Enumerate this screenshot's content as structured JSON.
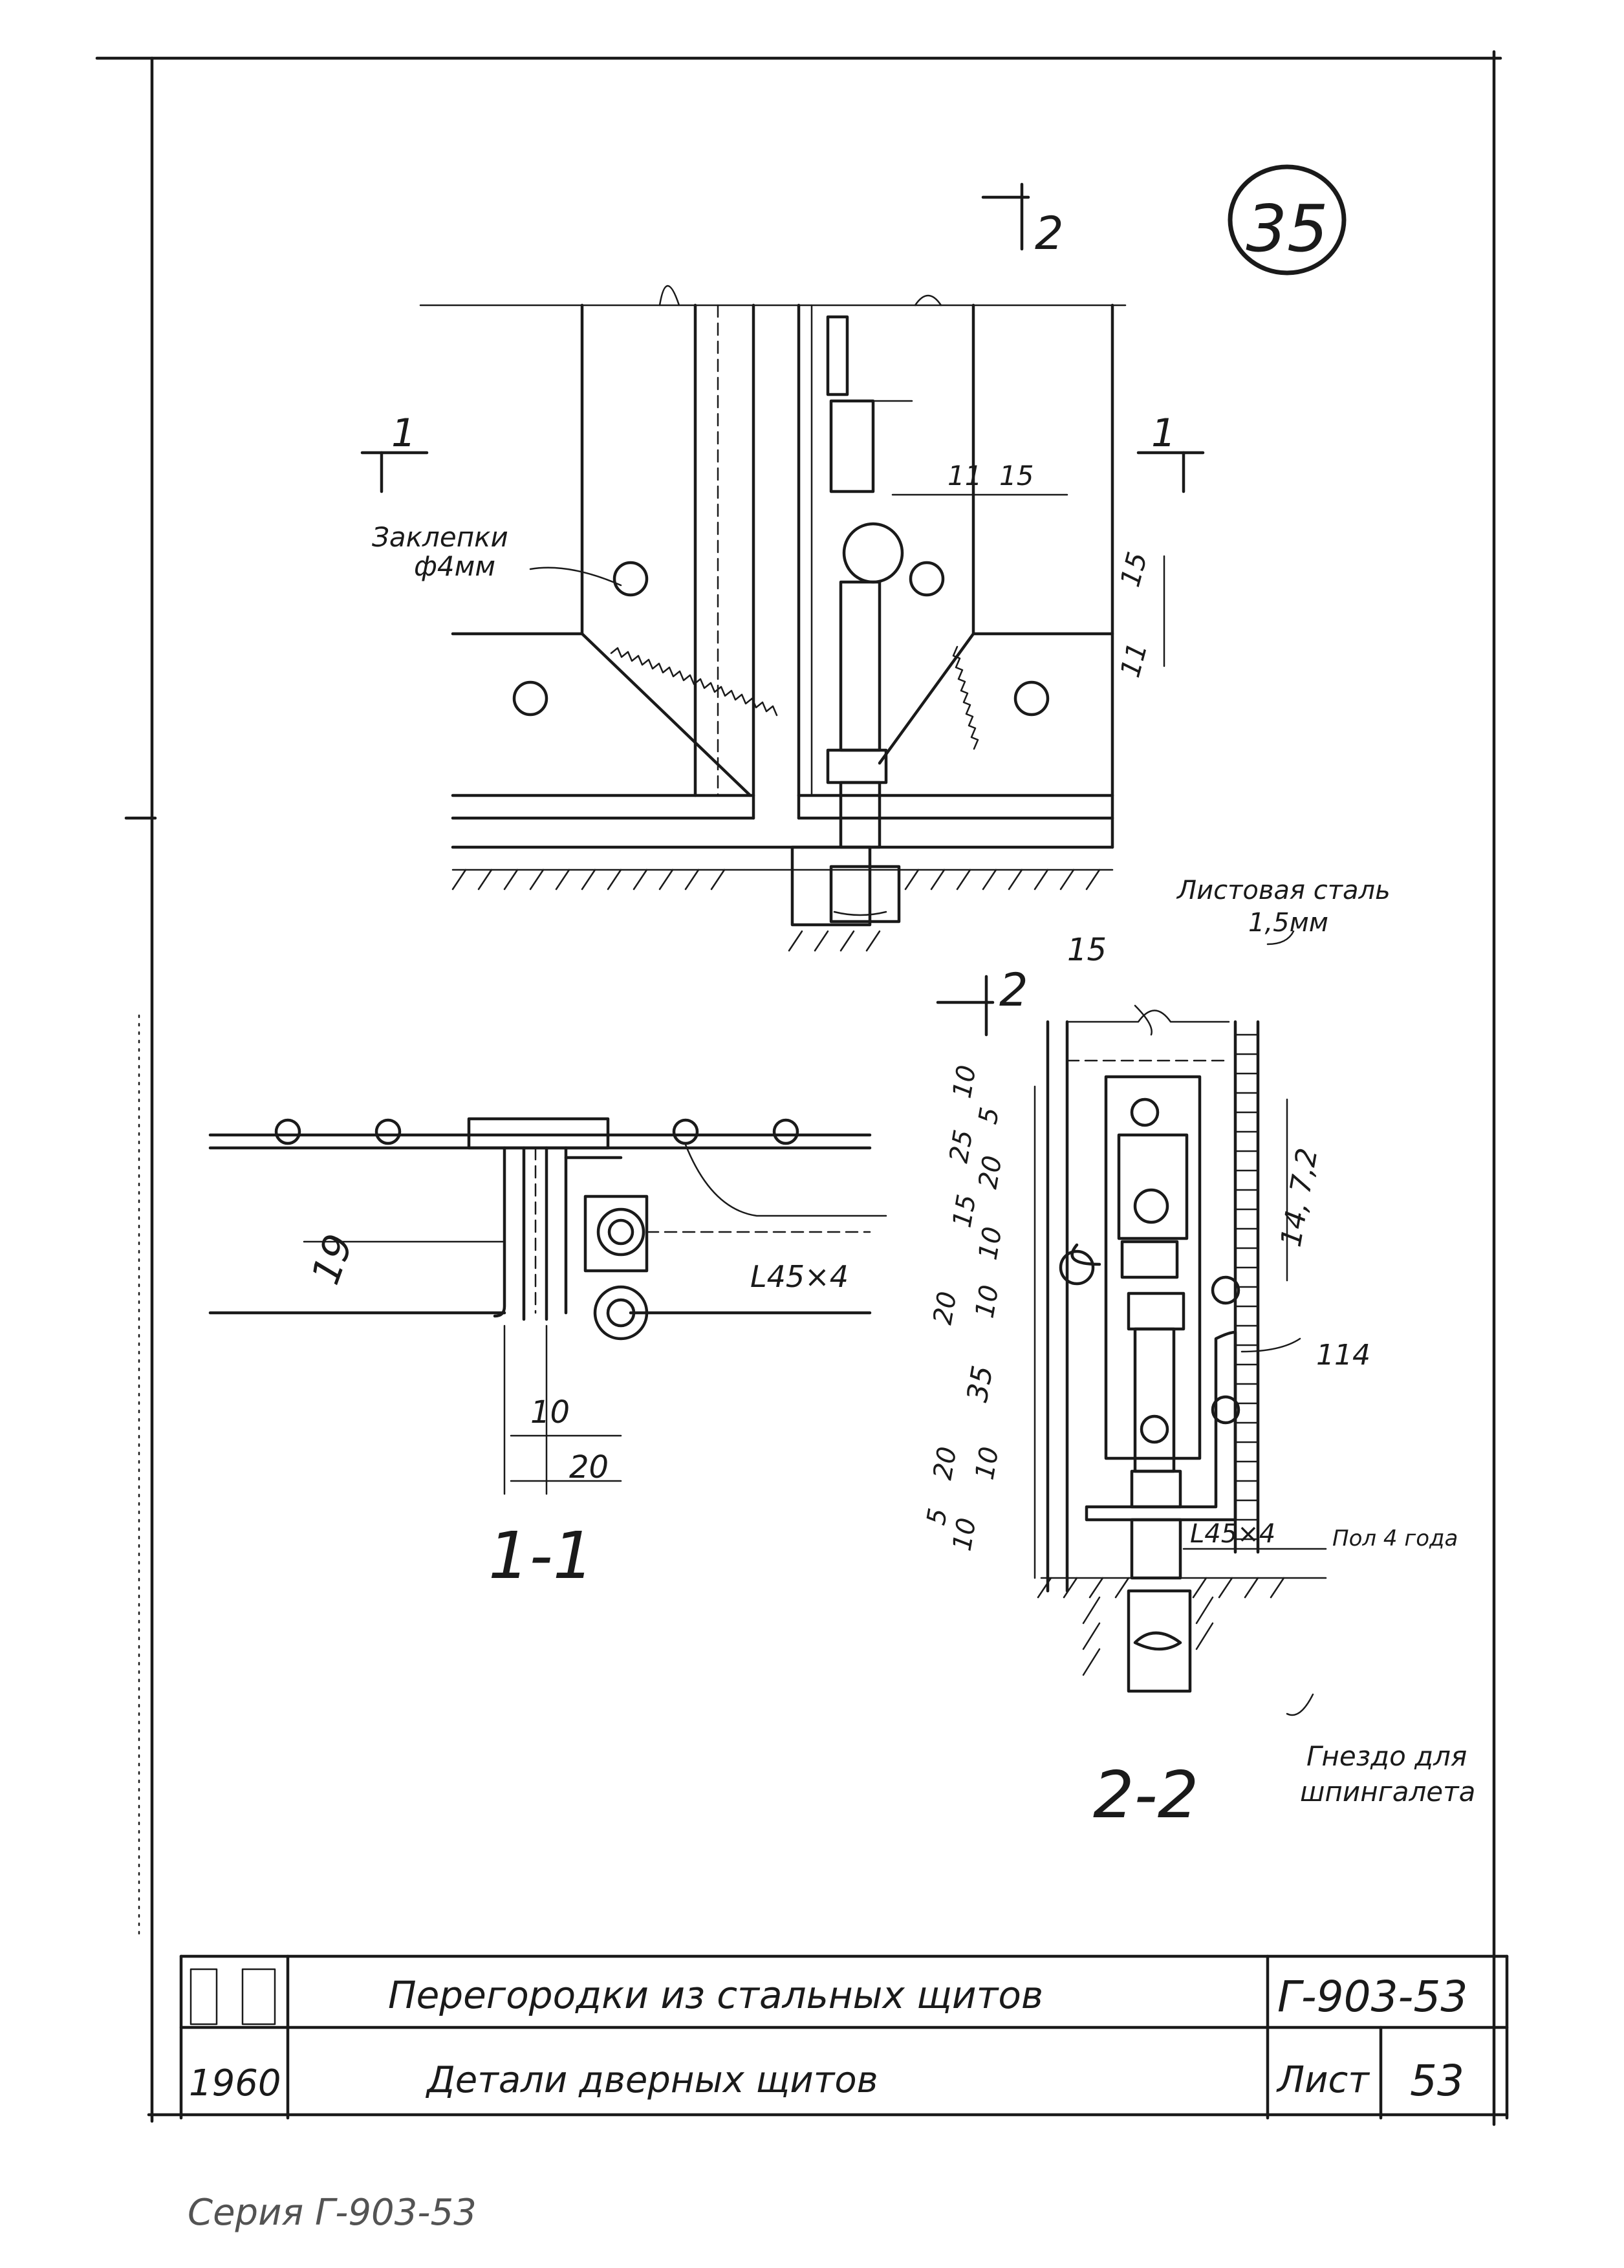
{
  "sheet_badge": "35",
  "stamp": {
    "year": "1960",
    "title": "Перегородки из стальных щитов",
    "subtitle": "Детали дверных щитов",
    "code": "Г-903-53",
    "sheet_label": "Лист",
    "sheet_number": "53"
  },
  "series_caption": "Серия Г-903-53",
  "top_view": {
    "rivet_note_line1": "Заклепки",
    "rivet_note_line2": "ф4мм",
    "cut_1": "1",
    "cut_2": "2",
    "dim_h1": "11",
    "dim_h2": "15",
    "dim_v1": "11",
    "dim_v2": "15"
  },
  "section_1_1": {
    "label": "1-1",
    "angle": "L45×4",
    "dim_19": "19",
    "dim_10": "10",
    "dim_20": "20"
  },
  "section_2_2": {
    "label": "2-2",
    "cut_2": "2",
    "sheet_steel_line1": "Листовая сталь",
    "sheet_steel_line2": "1,5мм",
    "dim_top": "15",
    "dims_left": [
      "10",
      "5",
      "25",
      "20",
      "15",
      "10",
      "20",
      "10",
      "35",
      "20",
      "10",
      "5",
      "10"
    ],
    "dim_right": "114",
    "dim_right_v": "14, 7,2",
    "angle": "L45×4",
    "floor_note": "Пол 4 года",
    "socket_note_line1": "Гнездо для",
    "socket_note_line2": "шпингалета"
  }
}
